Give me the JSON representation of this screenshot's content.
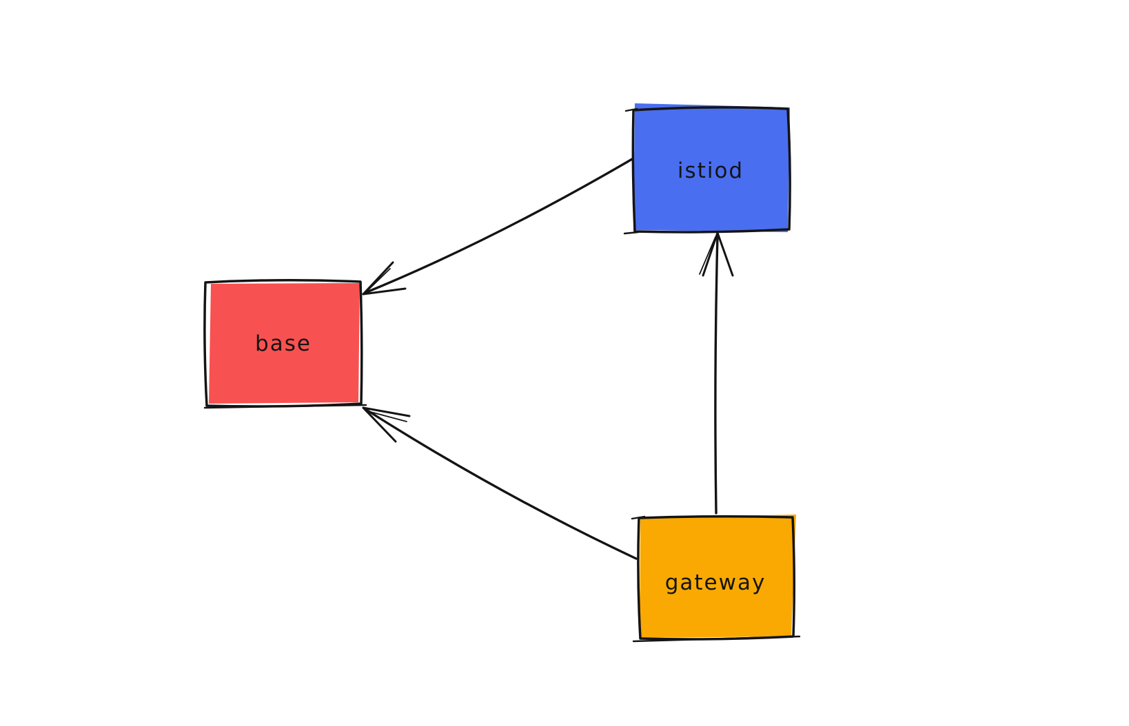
{
  "diagram": {
    "type": "dependency-diagram",
    "background_color": "#ffffff",
    "line_color": "#141414",
    "nodes": [
      {
        "id": "istiod",
        "label": "istiod",
        "fill": "#4a6ef0"
      },
      {
        "id": "base",
        "label": "base",
        "fill": "#f85151"
      },
      {
        "id": "gateway",
        "label": "gateway",
        "fill": "#f9a902"
      }
    ],
    "edges": [
      {
        "from": "istiod",
        "to": "base",
        "style": "sketch-arrow"
      },
      {
        "from": "gateway",
        "to": "istiod",
        "style": "sketch-arrow"
      },
      {
        "from": "gateway",
        "to": "base",
        "style": "sketch-arrow"
      }
    ]
  }
}
